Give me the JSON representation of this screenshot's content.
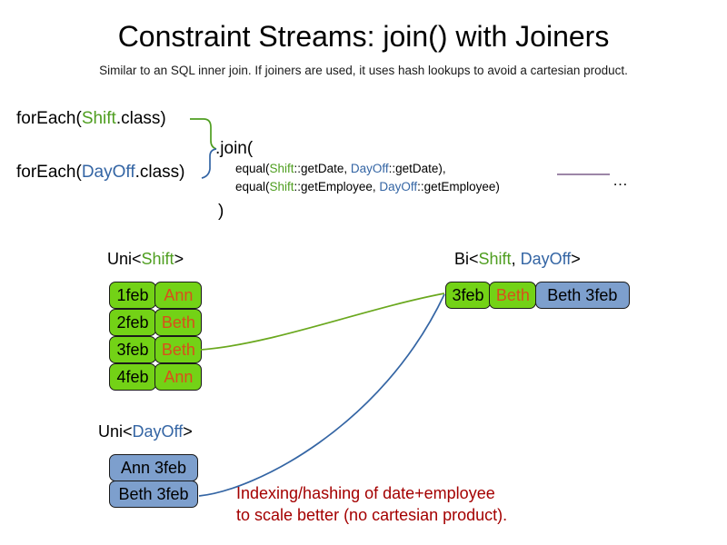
{
  "header": {
    "title": "Constraint Streams: join() with Joiners",
    "subtitle": "Similar to an SQL inner join. If joiners are used, it uses hash lookups to avoid a cartesian product."
  },
  "code": {
    "foreach_shift": {
      "prefix": "forEach(",
      "type": "Shift",
      "suffix": ".class)"
    },
    "foreach_dayoff": {
      "prefix": "forEach(",
      "type": "DayOff",
      "suffix": ".class)"
    },
    "join_open": ".join(",
    "join_close": ")",
    "equal_line_1": {
      "prefix": "equal(",
      "left_type": "Shift",
      "left_method": "::getDate, ",
      "right_type": "DayOff",
      "right_method": "::getDate),"
    },
    "equal_line_2": {
      "prefix": "equal(",
      "left_type": "Shift",
      "left_method": "::getEmployee, ",
      "right_type": "DayOff",
      "right_method": "::getEmployee)"
    },
    "ellipsis": "…"
  },
  "labels": {
    "uni_shift": {
      "prefix": "Uni<",
      "type": "Shift",
      "suffix": ">"
    },
    "bi": {
      "prefix": "Bi<",
      "type_a": "Shift",
      "separator": ", ",
      "type_b": "DayOff",
      "suffix": ">"
    },
    "uni_dayoff": {
      "prefix": "Uni<",
      "type": "DayOff",
      "suffix": ">"
    }
  },
  "uni_shift_rows": [
    {
      "date": "1feb",
      "employee": "Ann"
    },
    {
      "date": "2feb",
      "employee": "Beth"
    },
    {
      "date": "3feb",
      "employee": "Beth"
    },
    {
      "date": "4feb",
      "employee": "Ann"
    }
  ],
  "uni_dayoff_rows": [
    {
      "text": "Ann 3feb"
    },
    {
      "text": "Beth 3feb"
    }
  ],
  "bi_row": {
    "date": "3feb",
    "employee": "Beth",
    "dayoff": "Beth 3feb"
  },
  "annotation": {
    "line1": "Indexing/hashing of date+employee",
    "line2": "to scale better (no cartesian product)."
  },
  "colors": {
    "shift_green": "#4f9e20",
    "dayoff_blue": "#3465a4",
    "box_green": "#73d216",
    "box_blue": "#7d9fcd",
    "employee_orange": "#d94f1b",
    "annotation_red": "#a40000",
    "rule_purple": "#7c5f8a"
  }
}
